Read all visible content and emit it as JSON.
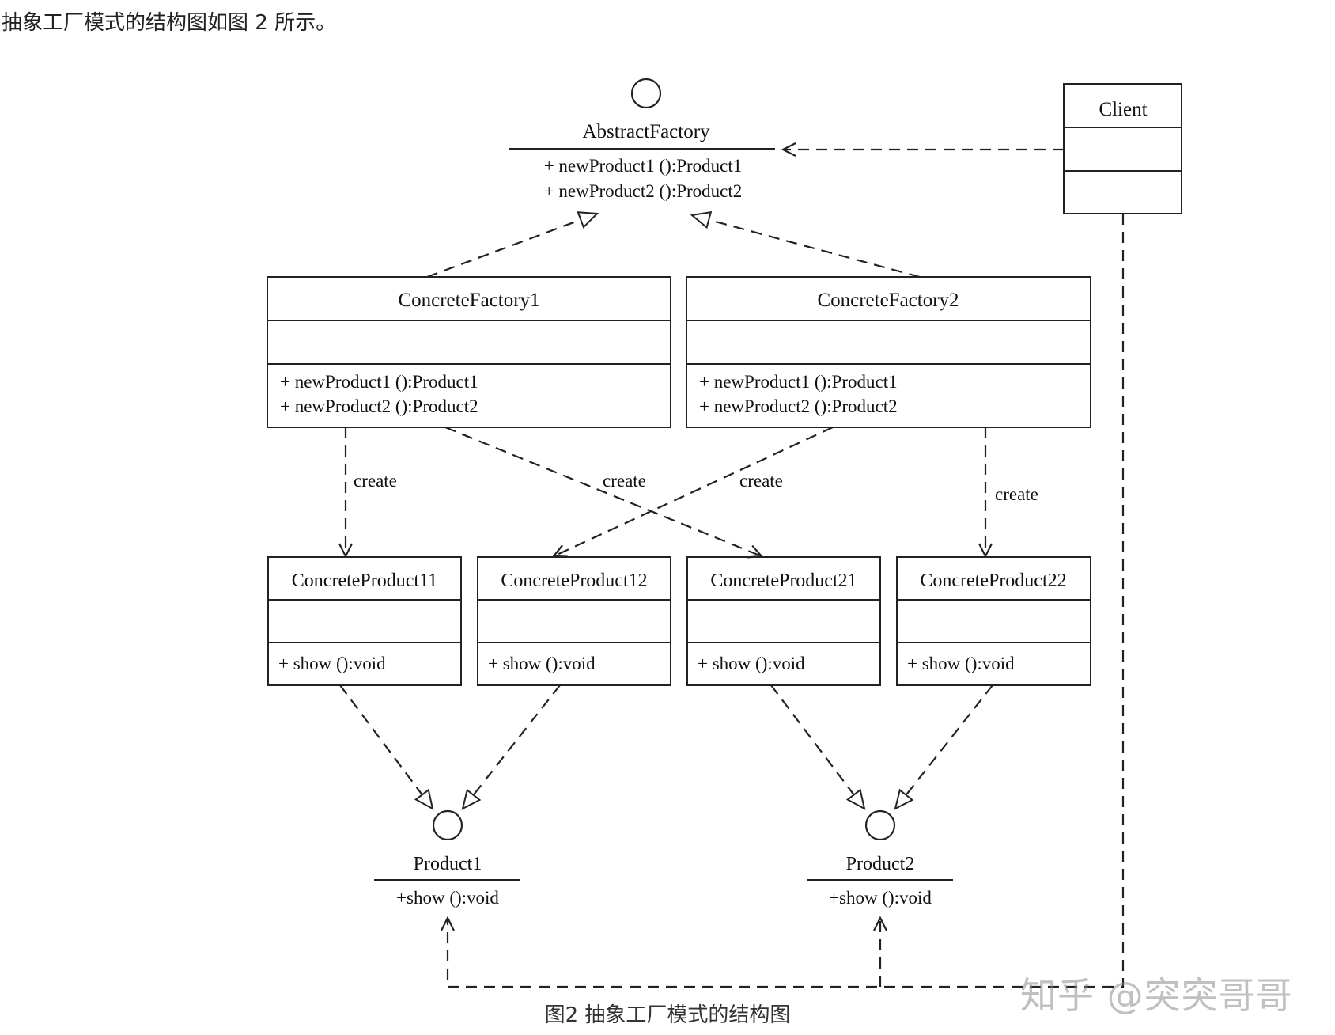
{
  "intro_text": "抽象工厂模式的结构图如图 2 所示。",
  "caption": "图2 抽象工厂模式的结构图",
  "watermark": "知乎 @突突哥哥",
  "interfaces": {
    "abstract_factory": {
      "name": "AbstractFactory",
      "methods": [
        "+ newProduct1 ():Product1",
        "+ newProduct2 ():Product2"
      ]
    },
    "product1": {
      "name": "Product1",
      "methods": [
        "+show ():void"
      ]
    },
    "product2": {
      "name": "Product2",
      "methods": [
        "+show ():void"
      ]
    }
  },
  "classes": {
    "client": {
      "name": "Client"
    },
    "concrete_factory1": {
      "name": "ConcreteFactory1",
      "methods": [
        "+ newProduct1 ():Product1",
        "+ newProduct2 ():Product2"
      ]
    },
    "concrete_factory2": {
      "name": "ConcreteFactory2",
      "methods": [
        "+ newProduct1 ():Product1",
        "+ newProduct2 ():Product2"
      ]
    },
    "concrete_product11": {
      "name": "ConcreteProduct11",
      "methods": [
        "+ show ():void"
      ]
    },
    "concrete_product12": {
      "name": "ConcreteProduct12",
      "methods": [
        "+ show ():void"
      ]
    },
    "concrete_product21": {
      "name": "ConcreteProduct21",
      "methods": [
        "+ show ():void"
      ]
    },
    "concrete_product22": {
      "name": "ConcreteProduct22",
      "methods": [
        "+ show ():void"
      ]
    }
  },
  "relation_labels": {
    "create_1": "create",
    "create_2": "create",
    "create_3": "create",
    "create_4": "create"
  }
}
